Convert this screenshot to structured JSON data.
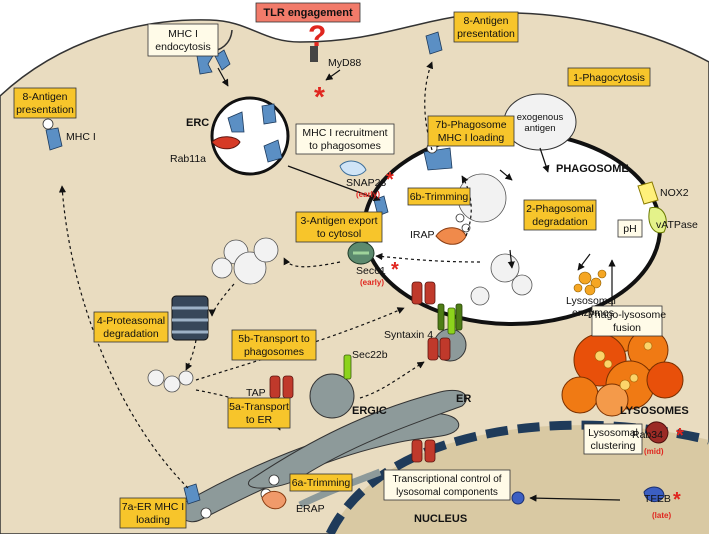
{
  "header": {
    "tlr": "TLR engagement",
    "myd88": "MyD88",
    "question": "?"
  },
  "boxes": {
    "mhc_endocytosis": [
      "MHC I",
      "endocytosis"
    ],
    "antigen_pres_left": [
      "8-Antigen",
      "presentation"
    ],
    "antigen_pres_top": [
      "8-Antigen",
      "presentation"
    ],
    "phagocytosis": "1-Phagocytosis",
    "mhc_recruitment": [
      "MHC I recruitment",
      "to phagosomes"
    ],
    "phagosome_loading": [
      "7b-Phagosome",
      "MHC I loading"
    ],
    "trimming_6b": "6b-Trimming",
    "antigen_export": [
      "3-Antigen export",
      "to cytosol"
    ],
    "phago_degradation": [
      "2-Phagosomal",
      "degradation"
    ],
    "proteasomal": [
      "4-Proteasomal",
      "degradation"
    ],
    "transport_5b": [
      "5b-Transport to",
      "phagosomes"
    ],
    "transport_5a": [
      "5a-Transport",
      "to ER"
    ],
    "trimming_6a": "6a-Trimming",
    "er_loading": [
      "7a-ER MHC I",
      "loading"
    ],
    "transcriptional": [
      "Transcriptional control of",
      "lysosomal components"
    ],
    "phago_lyso_fusion": [
      "Phago-lysosome",
      "fusion"
    ],
    "lyso_clustering": [
      "Lysosomal",
      "clustering"
    ],
    "ph": "pH"
  },
  "labels": {
    "erc": "ERC",
    "rab11a": "Rab11a",
    "mhc_i": "MHC I",
    "snap23": "SNAP23",
    "early": "(early)",
    "sec61": "Sec61",
    "irap": "IRAP",
    "phagosome": "PHAGOSOME",
    "nox2": "NOX2",
    "vatpase": "vATPase",
    "lysosomal_enzymes": [
      "Lysosomal",
      "enzymes"
    ],
    "exogenous_antigen": [
      "exogenous",
      "antigen"
    ],
    "syntaxin4": "Syntaxin 4",
    "sec22b": "Sec22b",
    "tap": "TAP",
    "ergic": "ERGIC",
    "er": "ER",
    "erap": "ERAP",
    "lysosomes": "LYSOSOMES",
    "rab34": "Rab34",
    "mid": "(mid)",
    "tfeb": "TFEB",
    "late": "(late)",
    "nucleus": "NUCLEUS",
    "star": "*"
  },
  "colors": {
    "cell": "#e9dcc0",
    "box": "#f7c52b",
    "mhc": "#5b8fc4",
    "red_star": "#e0261f",
    "lysosome": "#f07a14",
    "tap": "#c0392b",
    "syntaxin": "#6aa51e"
  }
}
